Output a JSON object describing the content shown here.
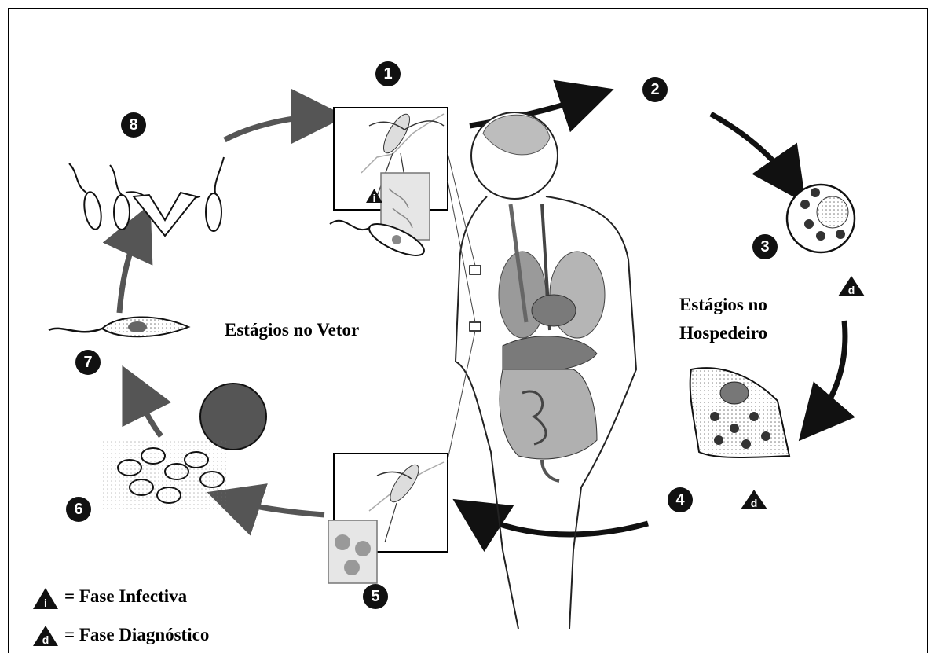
{
  "stages": {
    "s1": "1",
    "s2": "2",
    "s3": "3",
    "s4": "4",
    "s5": "5",
    "s6": "6",
    "s7": "7",
    "s8": "8"
  },
  "labels": {
    "vector_stages": "Estágios no Vetor",
    "host_stages_line1": "Estágios no",
    "host_stages_line2": "Hospedeiro"
  },
  "badges": {
    "infective_letter": "i",
    "diagnostic_letter": "d"
  },
  "legend": {
    "infective": "= Fase Infectiva",
    "diagnostic": "= Fase Diagnóstico"
  },
  "colors": {
    "dark_arrow": "#111111",
    "grey_arrow": "#555555",
    "organ_grey": "#9a9a9a"
  }
}
